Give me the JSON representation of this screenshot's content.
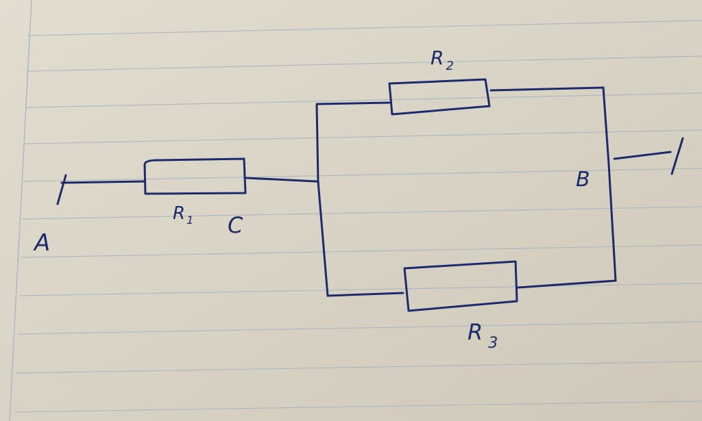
{
  "diagram": {
    "ink_color": "#1c2a6b",
    "paper_color": "#dcd6c8",
    "labels": {
      "A": "A",
      "B": "B",
      "C": "C",
      "R1": {
        "letter": "R",
        "sub": "1"
      },
      "R2": {
        "letter": "R",
        "sub": "2"
      },
      "R3": {
        "letter": "R",
        "sub": "3"
      }
    }
  }
}
